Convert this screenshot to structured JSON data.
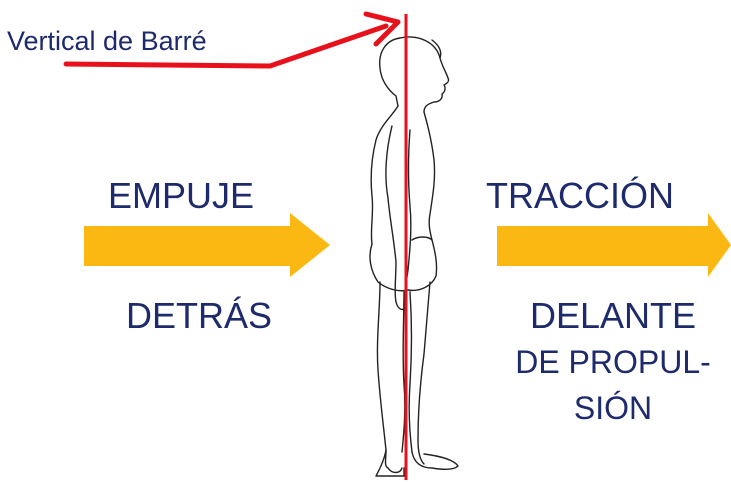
{
  "labels": {
    "vertical": "Vertical de Barré",
    "left_top": "EMPUJE",
    "left_bottom": "DETRÁS",
    "right_top": "TRACCIÓN",
    "right_bottom_1": "DELANTE",
    "right_bottom_2": "DE PROPUL-",
    "right_bottom_3": "SIÓN"
  },
  "colors": {
    "arrow": "#fbb812",
    "line": "#e8101b",
    "text": "#1d2a6c"
  },
  "icons": {
    "figure": "human-side-profile-icon",
    "left_arrow": "arrow-right-icon",
    "right_arrow": "arrow-right-icon"
  }
}
